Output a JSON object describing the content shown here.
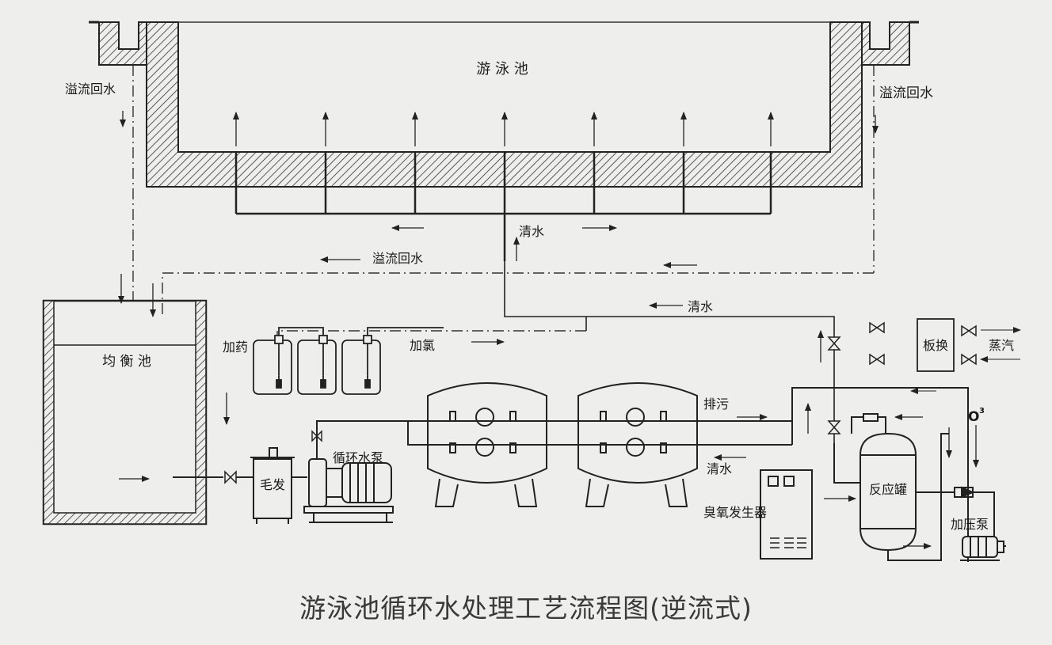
{
  "labels": {
    "pool": "游 泳 池",
    "overflow_left": "溢流回水",
    "overflow_right": "溢流回水",
    "overflow_mid": "溢流回水",
    "clean_top": "清水",
    "clean_mid": "清水",
    "balance_tank": "均 衡 池",
    "dosing": "加药",
    "chlorine": "加氯",
    "hair_filter": "毛发",
    "pump": "循环水泵",
    "drain": "排污",
    "clean_out": "清水",
    "ozone_gen": "臭氧发生器",
    "reactor": "反应罐",
    "booster_pump": "加压泵",
    "heat_exchanger": "板换",
    "steam": "蒸汽",
    "ozone": "O",
    "ozone_sup": "3"
  },
  "caption": "游泳池循环水处理工艺流程图(逆流式)"
}
